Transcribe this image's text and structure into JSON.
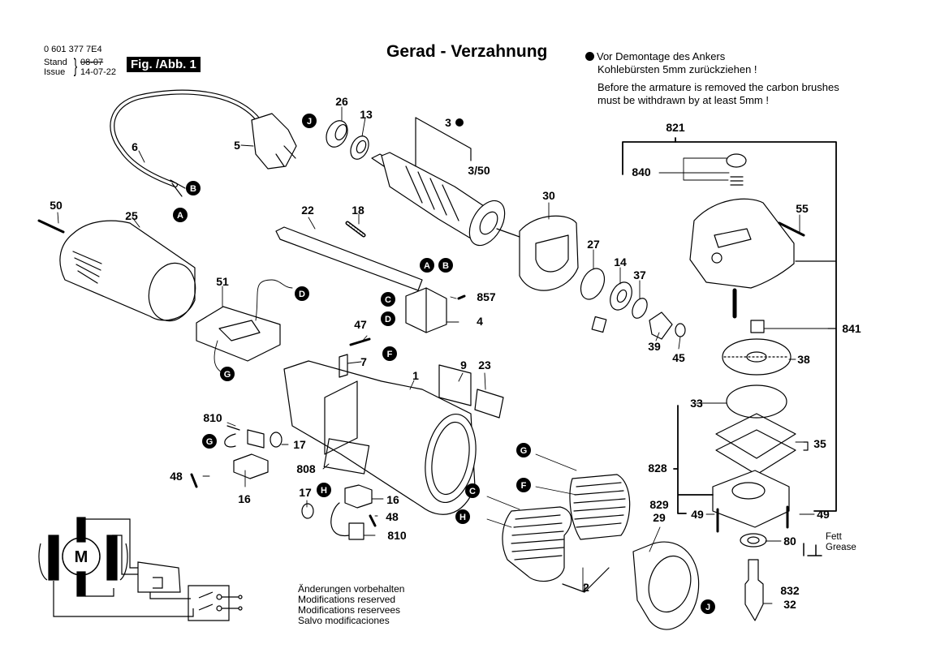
{
  "header": {
    "part_number": "0 601 377 7E4",
    "stand_label": "Stand",
    "stand_date": "08-07",
    "issue_label": "Issue",
    "issue_date": "14-07-22",
    "figure_label": "Fig. /Abb. 1"
  },
  "title": "Gerad - Verzahnung",
  "note": {
    "de_line1": "Vor Demontage des Ankers",
    "de_line2": "Kohlebürsten 5mm zurückziehen !",
    "en_line1": "Before the armature is removed the carbon brushes",
    "en_line2": "must be withdrawn by at least 5mm !"
  },
  "modifications": [
    "Änderungen vorbehalten",
    "Modifications reserved",
    "Modifications reservees",
    "Salvo modificaciones"
  ],
  "grease_legend": {
    "de": "Fett",
    "en": "Grease"
  },
  "motor_symbol": "M",
  "part_labels": [
    {
      "id": "p26",
      "text": "26"
    },
    {
      "id": "p13",
      "text": "13"
    },
    {
      "id": "p3",
      "text": "3"
    },
    {
      "id": "p350",
      "text": "3/50"
    },
    {
      "id": "p6",
      "text": "6"
    },
    {
      "id": "p5",
      "text": "5"
    },
    {
      "id": "p50",
      "text": "50"
    },
    {
      "id": "p25",
      "text": "25"
    },
    {
      "id": "p22",
      "text": "22"
    },
    {
      "id": "p18",
      "text": "18"
    },
    {
      "id": "p30",
      "text": "30"
    },
    {
      "id": "p27",
      "text": "27"
    },
    {
      "id": "p14",
      "text": "14"
    },
    {
      "id": "p37",
      "text": "37"
    },
    {
      "id": "p39",
      "text": "39"
    },
    {
      "id": "p45",
      "text": "45"
    },
    {
      "id": "p821",
      "text": "821"
    },
    {
      "id": "p840",
      "text": "840"
    },
    {
      "id": "p55",
      "text": "55"
    },
    {
      "id": "p841",
      "text": "841"
    },
    {
      "id": "p38",
      "text": "38"
    },
    {
      "id": "p33",
      "text": "33"
    },
    {
      "id": "p35",
      "text": "35"
    },
    {
      "id": "p828",
      "text": "828"
    },
    {
      "id": "p49a",
      "text": "49"
    },
    {
      "id": "p49b",
      "text": "49"
    },
    {
      "id": "p80",
      "text": "80"
    },
    {
      "id": "p832",
      "text": "832"
    },
    {
      "id": "p32",
      "text": "32"
    },
    {
      "id": "p829",
      "text": "829"
    },
    {
      "id": "p29",
      "text": "29"
    },
    {
      "id": "p2",
      "text": "2"
    },
    {
      "id": "p51",
      "text": "51"
    },
    {
      "id": "p857",
      "text": "857"
    },
    {
      "id": "p4",
      "text": "4"
    },
    {
      "id": "p47",
      "text": "47"
    },
    {
      "id": "p7",
      "text": "7"
    },
    {
      "id": "p1",
      "text": "1"
    },
    {
      "id": "p9",
      "text": "9"
    },
    {
      "id": "p23",
      "text": "23"
    },
    {
      "id": "p810a",
      "text": "810"
    },
    {
      "id": "p17a",
      "text": "17"
    },
    {
      "id": "p48a",
      "text": "48"
    },
    {
      "id": "p16a",
      "text": "16"
    },
    {
      "id": "p808",
      "text": "808"
    },
    {
      "id": "p17b",
      "text": "17"
    },
    {
      "id": "p16b",
      "text": "16"
    },
    {
      "id": "p48b",
      "text": "48"
    },
    {
      "id": "p810b",
      "text": "810"
    }
  ],
  "connector_letters": [
    {
      "id": "J1",
      "text": "J"
    },
    {
      "id": "B1",
      "text": "B"
    },
    {
      "id": "A1",
      "text": "A"
    },
    {
      "id": "A2",
      "text": "A"
    },
    {
      "id": "B2",
      "text": "B"
    },
    {
      "id": "C1",
      "text": "C"
    },
    {
      "id": "D1",
      "text": "D"
    },
    {
      "id": "F1",
      "text": "F"
    },
    {
      "id": "D2",
      "text": "D"
    },
    {
      "id": "G1",
      "text": "G"
    },
    {
      "id": "G2",
      "text": "G"
    },
    {
      "id": "H1",
      "text": "H"
    },
    {
      "id": "G3",
      "text": "G"
    },
    {
      "id": "F2",
      "text": "F"
    },
    {
      "id": "C2",
      "text": "C"
    },
    {
      "id": "H2",
      "text": "H"
    },
    {
      "id": "J2",
      "text": "J"
    }
  ]
}
